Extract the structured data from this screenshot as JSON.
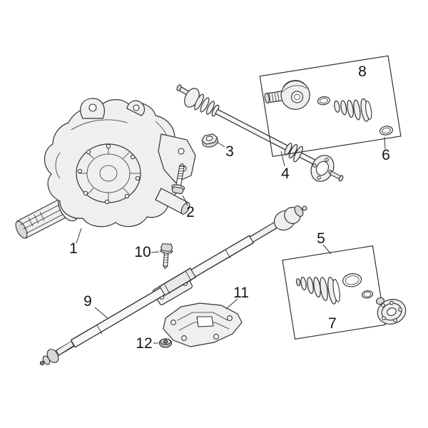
{
  "diagram": {
    "background": "#ffffff",
    "line_color": "#333333",
    "label_color": "#141414",
    "callouts": {
      "c1": "1",
      "c2": "2",
      "c3": "3",
      "c4": "4",
      "c5": "5",
      "c6": "6",
      "c7": "7",
      "c8": "8",
      "c9": "9",
      "c10": "10",
      "c11": "11",
      "c12": "12"
    }
  }
}
